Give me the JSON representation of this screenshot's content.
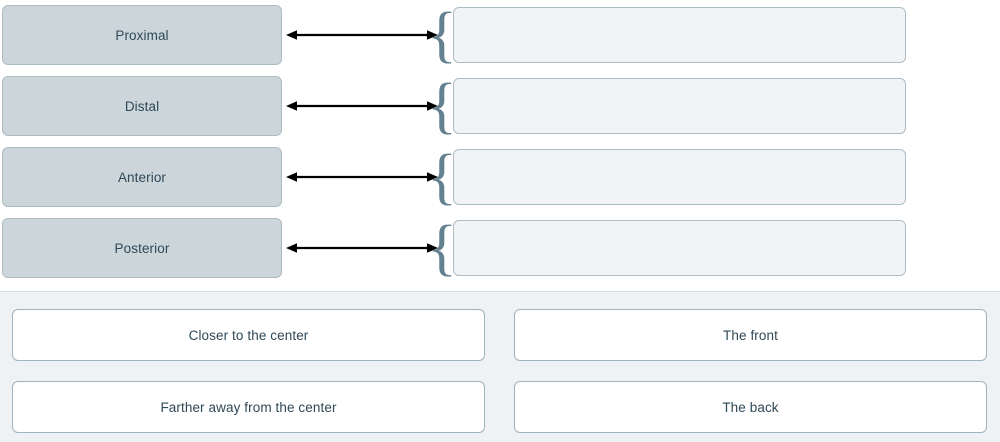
{
  "exercise": {
    "type": "matching",
    "terms": [
      {
        "label": "Proximal",
        "drop_zone_value": ""
      },
      {
        "label": "Distal",
        "drop_zone_value": ""
      },
      {
        "label": "Anterior",
        "drop_zone_value": ""
      },
      {
        "label": "Posterior",
        "drop_zone_value": ""
      }
    ],
    "connector_icon": "double-headed-arrow-icon",
    "brace_glyph": "{",
    "answer_bank": [
      {
        "label": "Closer to the center"
      },
      {
        "label": "The front"
      },
      {
        "label": "Farther away from the center"
      },
      {
        "label": "The back"
      }
    ]
  },
  "colors": {
    "term_fill": "#ccd6da",
    "term_border": "#aebdc4",
    "text": "#2f4858",
    "dropzone_fill": "#f1f3f5",
    "dropzone_border": "#aebdc4",
    "brace": "#64818f",
    "bank_background": "#eff2f5",
    "bank_border_top": "#d6dde2",
    "card_fill": "#ffffff",
    "card_border": "#9fb3bd",
    "arrow": "#000000"
  }
}
